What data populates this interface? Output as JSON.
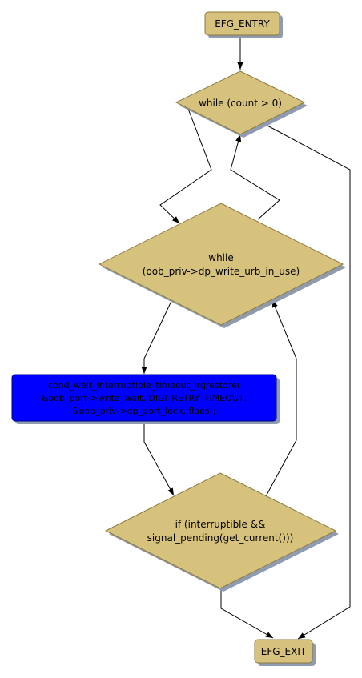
{
  "diagram": {
    "nodes": {
      "entry": {
        "label": "EFG_ENTRY",
        "shape": "rounded-rect",
        "color": "#D6C27C"
      },
      "loop_count": {
        "label": "while (count > 0)",
        "shape": "diamond",
        "color": "#D6C27C"
      },
      "loop_urb": {
        "lines": [
          "while",
          "(oob_priv->dp_write_urb_in_use)"
        ],
        "shape": "diamond",
        "color": "#D6C27C"
      },
      "wait_call": {
        "lines": [
          "cond_wait_interruptible_timeout_irqrestore(",
          "&oob_port->write_wait, DIGI_RETRY_TIMEOUT,",
          "&oob_priv->dp_port_lock, flags);"
        ],
        "shape": "rect",
        "color": "#0000FF"
      },
      "check_signal": {
        "lines": [
          "if (interruptible &&",
          "signal_pending(get_current()))"
        ],
        "shape": "diamond",
        "color": "#D6C27C"
      },
      "exit": {
        "label": "EFG_EXIT",
        "shape": "rounded-rect",
        "color": "#D6C27C"
      }
    },
    "edges": [
      {
        "from": "entry",
        "to": "loop_count"
      },
      {
        "from": "loop_count",
        "to": "loop_urb"
      },
      {
        "from": "loop_urb",
        "to": "loop_count"
      },
      {
        "from": "loop_count",
        "to": "exit"
      },
      {
        "from": "loop_urb",
        "to": "wait_call"
      },
      {
        "from": "wait_call",
        "to": "check_signal"
      },
      {
        "from": "check_signal",
        "to": "loop_urb"
      },
      {
        "from": "check_signal",
        "to": "exit"
      }
    ],
    "colors": {
      "node_fill": "#D6C27C",
      "node_stroke": "#8C7A3C",
      "shadow": "#8F9BB0",
      "action_fill": "#0000FF",
      "edge": "#000000"
    }
  }
}
